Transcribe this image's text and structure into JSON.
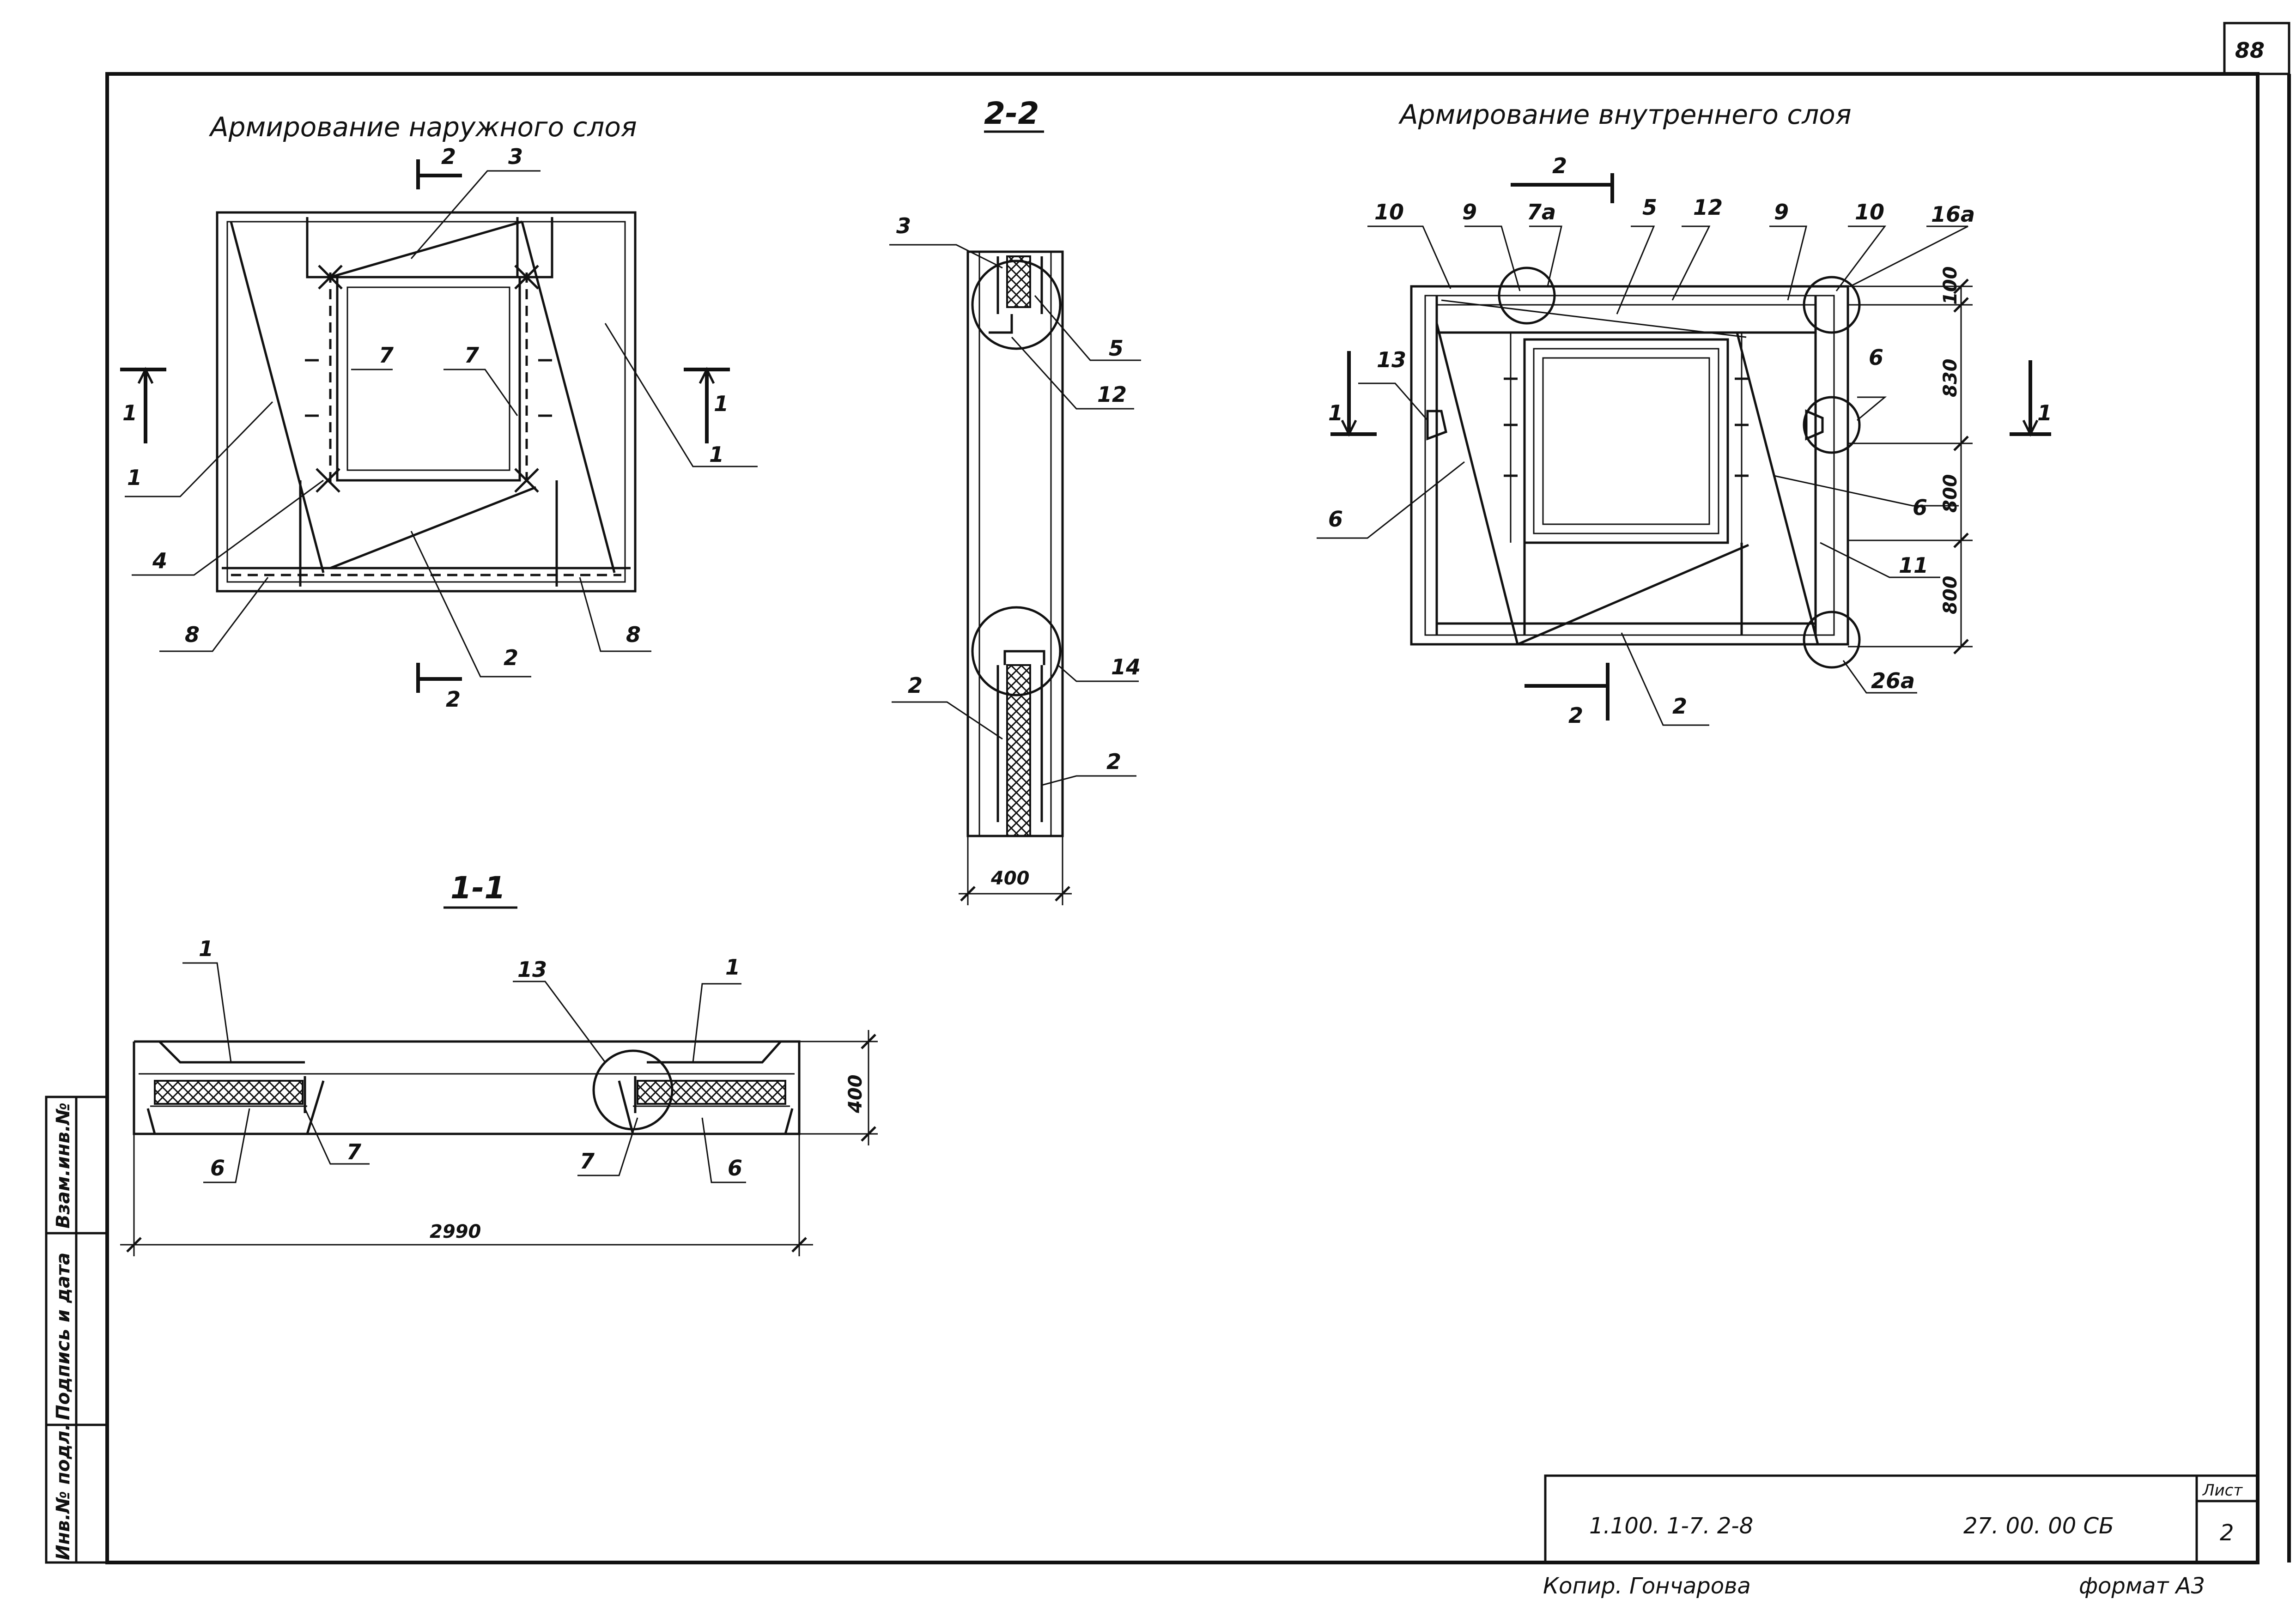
{
  "sheet_number": "88",
  "views": {
    "outer_layer_title": "Армирование наружного слоя",
    "inner_layer_title": "Армирование внутреннего слоя",
    "section_2_2": "2-2",
    "section_1_1": "1-1"
  },
  "outer_labels": {
    "cut2_top": "2",
    "cut2_bottom": "2",
    "cut1_left": "1",
    "cut1_right": "1",
    "pos_1_left": "1",
    "pos_1_right": "1",
    "pos_2": "2",
    "pos_3": "3",
    "pos_4": "4",
    "pos_7_left": "7",
    "pos_7_right": "7",
    "pos_8_left": "8",
    "pos_8_right": "8"
  },
  "section22_labels": {
    "pos_3": "3",
    "pos_5": "5",
    "pos_12": "12",
    "pos_14": "14",
    "pos_2_left": "2",
    "pos_2_right": "2",
    "dim_400": "400"
  },
  "inner_labels": {
    "cut2_top": "2",
    "cut2_bottom": "2",
    "cut1_left": "1",
    "cut1_right": "1",
    "pos_10_left": "10",
    "pos_9_left": "9",
    "pos_7a": "7а",
    "pos_5": "5",
    "pos_12": "12",
    "pos_9_right": "9",
    "pos_10_right": "10",
    "pos_16a": "16а",
    "pos_13": "13",
    "pos_6_left": "6",
    "pos_6_right": "6",
    "pos_6_top": "6",
    "pos_11": "11",
    "pos_2": "2",
    "pos_26a": "26а",
    "dim_100": "100",
    "dim_830": "830",
    "dim_800_a": "800",
    "dim_800_b": "800"
  },
  "section11_labels": {
    "pos_1_left": "1",
    "pos_13": "13",
    "pos_1_right": "1",
    "pos_6_left": "6",
    "pos_7_left": "7",
    "pos_7_right": "7",
    "pos_6_right": "6",
    "dim_400": "400",
    "dim_2990": "2990"
  },
  "side_stamp": {
    "inv_podl": "Инв.№ подл.",
    "podpis": "Подпись и дата",
    "vzam": "Взам.инв.№"
  },
  "title_block": {
    "code": "1.100. 1-7. 2-8",
    "doc": "27. 00. 00 СБ",
    "list_label": "Лист",
    "list_num": "2"
  },
  "footer": {
    "copied": "Копир. Гончарова",
    "format": "формат А3"
  }
}
